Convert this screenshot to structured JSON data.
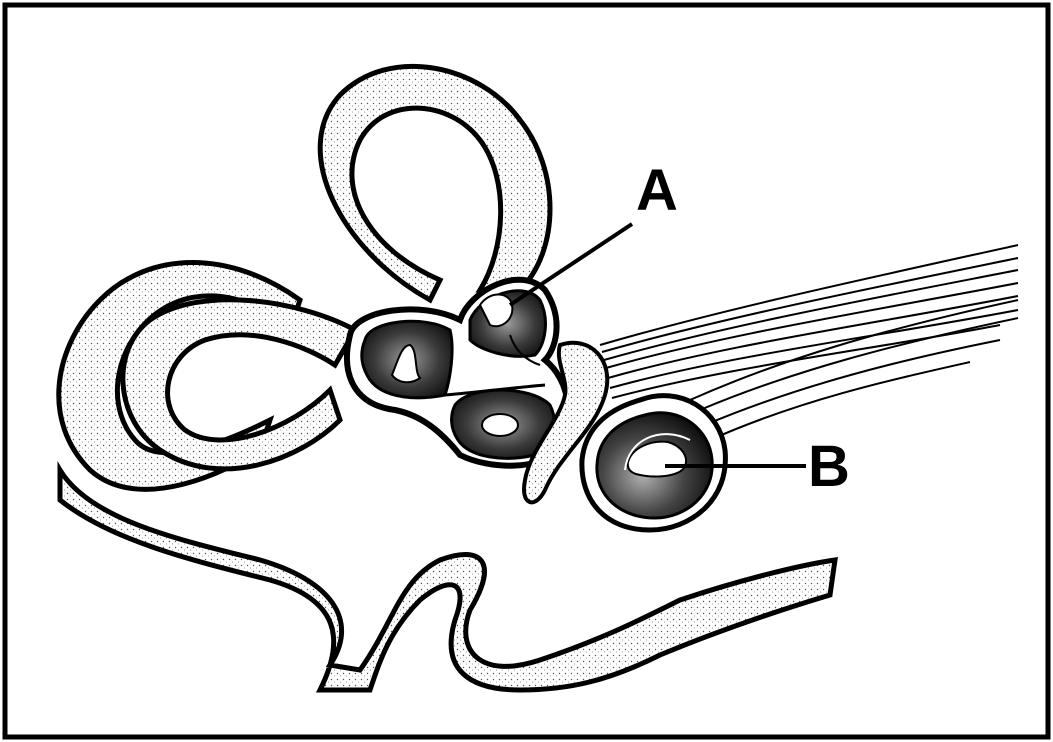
{
  "diagram": {
    "labels": [
      {
        "id": "A",
        "text": "A"
      },
      {
        "id": "B",
        "text": "B"
      }
    ],
    "colors": {
      "ink": "#000000",
      "paper": "#ffffff",
      "shade": "#d9d9d9",
      "dark_shade": "#3a3a3a"
    }
  }
}
